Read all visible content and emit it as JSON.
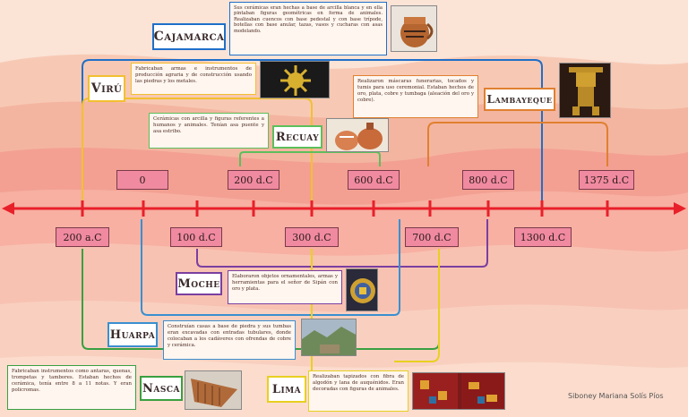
{
  "upper_dates": [
    "0",
    "200 d.C",
    "600 d.C",
    "800 d.C",
    "1375 d.C"
  ],
  "lower_dates": [
    "200 a.C",
    "100 d.C",
    "300 d.C",
    "700 d.C",
    "1300 d.C"
  ],
  "cultures": {
    "cajamarca": {
      "name": "Cajamarca",
      "color": "#1f6fc9",
      "desc": "Sus cerámicas eran hechas a base de arcilla blanca y en ella pintaban figuras geométricas en forma de animales. Realizaban cuencos con base pedestal y con base trípode, botellas con base anular, tazas, vasos y cucharas con asas modelando."
    },
    "viru": {
      "name": "Virú",
      "color": "#e8a020",
      "desc": "Fabricaban armas e instrumentos de producción agraria y de construcción usando las piedras y los metales."
    },
    "recuay": {
      "name": "Recuay",
      "color": "#4caf50",
      "desc": "Cerámicas con arcilla y figuras referentes a humanos y animales. Tenían asa puente y asa estribo."
    },
    "lambayeque": {
      "name": "Lambayeque",
      "color": "#e08030",
      "desc": "Realizaron máscaras funerarias, tocados y tumis para uso ceremonial. Estaban hechos de oro, plata, cobre y tumbaga (aleación del oro y cobre)."
    },
    "moche": {
      "name": "Moche",
      "color": "#7a3fa0",
      "desc": "Elaboraron objetos ornamentales, armas y herramientas para el señor de Sipán con oro y plata."
    },
    "huarpa": {
      "name": "Huarpa",
      "color": "#3a8fd0",
      "desc": "Construían casas a base de piedra y sus tumbas eran excavadas con entradas tubulares, donde colocaban a los cadáveres con ofrendas de cobre y cerámica."
    },
    "nasca": {
      "name": "Nasca",
      "color": "#3aa040",
      "desc": "Fabricaban instrumentos como antaras, quenas, trompetas y tambores. Estaban hechos de cerámica, tenía entre 8 a 11 notas. Y eran policromas."
    },
    "lima": {
      "name": "Lima",
      "color": "#e8d020",
      "desc": "Realizaban tapizados con fibra de algodón y lana de auquénidos. Eran decoradas con figuras de animales."
    }
  },
  "credit": "Siboney Mariana Solís Píos",
  "colors": {
    "timeline": "#e8202a",
    "date_fill": "#f08aa0"
  }
}
